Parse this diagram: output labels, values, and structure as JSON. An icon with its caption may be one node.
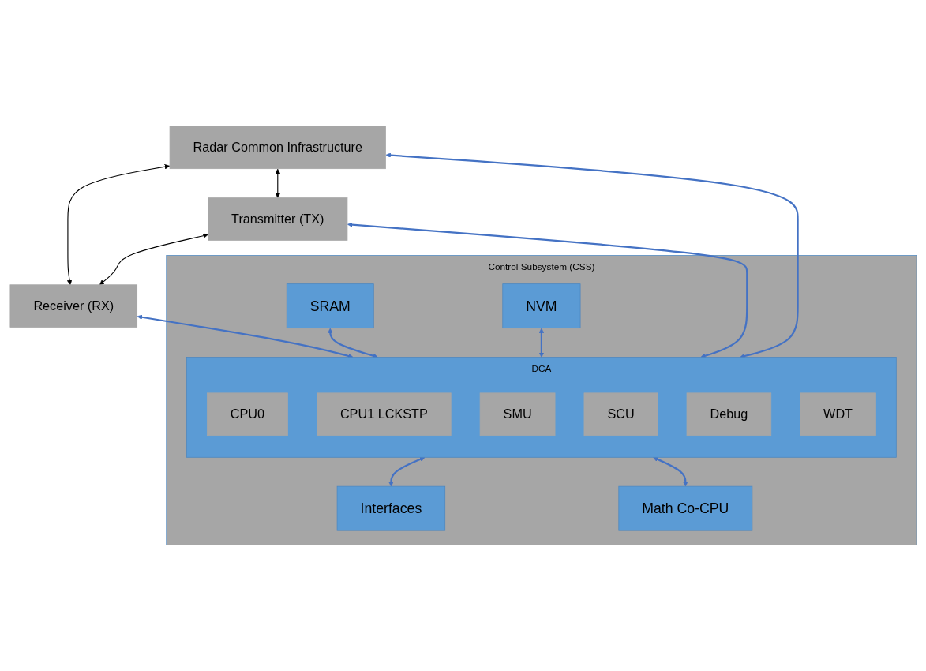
{
  "diagram": {
    "nodes": [
      {
        "text": [
          "Radar Common Infrastructure"
        ]
      },
      {
        "text": [
          "Transmitter (TX)"
        ]
      },
      {
        "text": [
          "Receiver (RX)"
        ]
      },
      {
        "text": [
          "Control Subsystem (CSS)"
        ]
      },
      {
        "text": [
          "SRAM"
        ],
        "in": 3
      },
      {
        "text": [
          "NVM"
        ],
        "in": 3
      },
      {
        "text": [
          "DCA"
        ],
        "in": 3
      },
      {
        "text": [
          "CPU0"
        ],
        "in": 6
      },
      {
        "text": [
          "CPU1 LCKSTP"
        ],
        "in": 6
      },
      {
        "text": [
          "SMU"
        ],
        "in": 6
      },
      {
        "text": [
          "SCU"
        ],
        "in": 6
      },
      {
        "text": [
          "Debug"
        ],
        "in": 6
      },
      {
        "text": [
          "WDT"
        ],
        "in": 6
      },
      {
        "text": [
          "Interfaces"
        ],
        "in": 3
      },
      {
        "text": [
          "Math Co-CPU"
        ],
        "in": 3
      }
    ],
    "edges": [
      {
        "from": 0,
        "to": 2,
        "arrow": "both",
        "color": "#000000"
      },
      {
        "from": 0,
        "to": 1,
        "arrow": "both",
        "color": "#000000"
      },
      {
        "from": 1,
        "to": 2,
        "arrow": "both",
        "color": "#000000"
      },
      {
        "from": 1,
        "to": 6,
        "arrow": "both"
      },
      {
        "from": 2,
        "to": 6,
        "arrow": "both"
      },
      {
        "from": 4,
        "to": 6,
        "arrow": "both"
      },
      {
        "from": 5,
        "to": 6,
        "arrow": "both"
      },
      {
        "from": 0,
        "to": 6,
        "arrow": "both"
      },
      {
        "from": 6,
        "to": 13,
        "arrow": "both"
      },
      {
        "from": 6,
        "to": 14,
        "arrow": "both"
      }
    ]
  }
}
